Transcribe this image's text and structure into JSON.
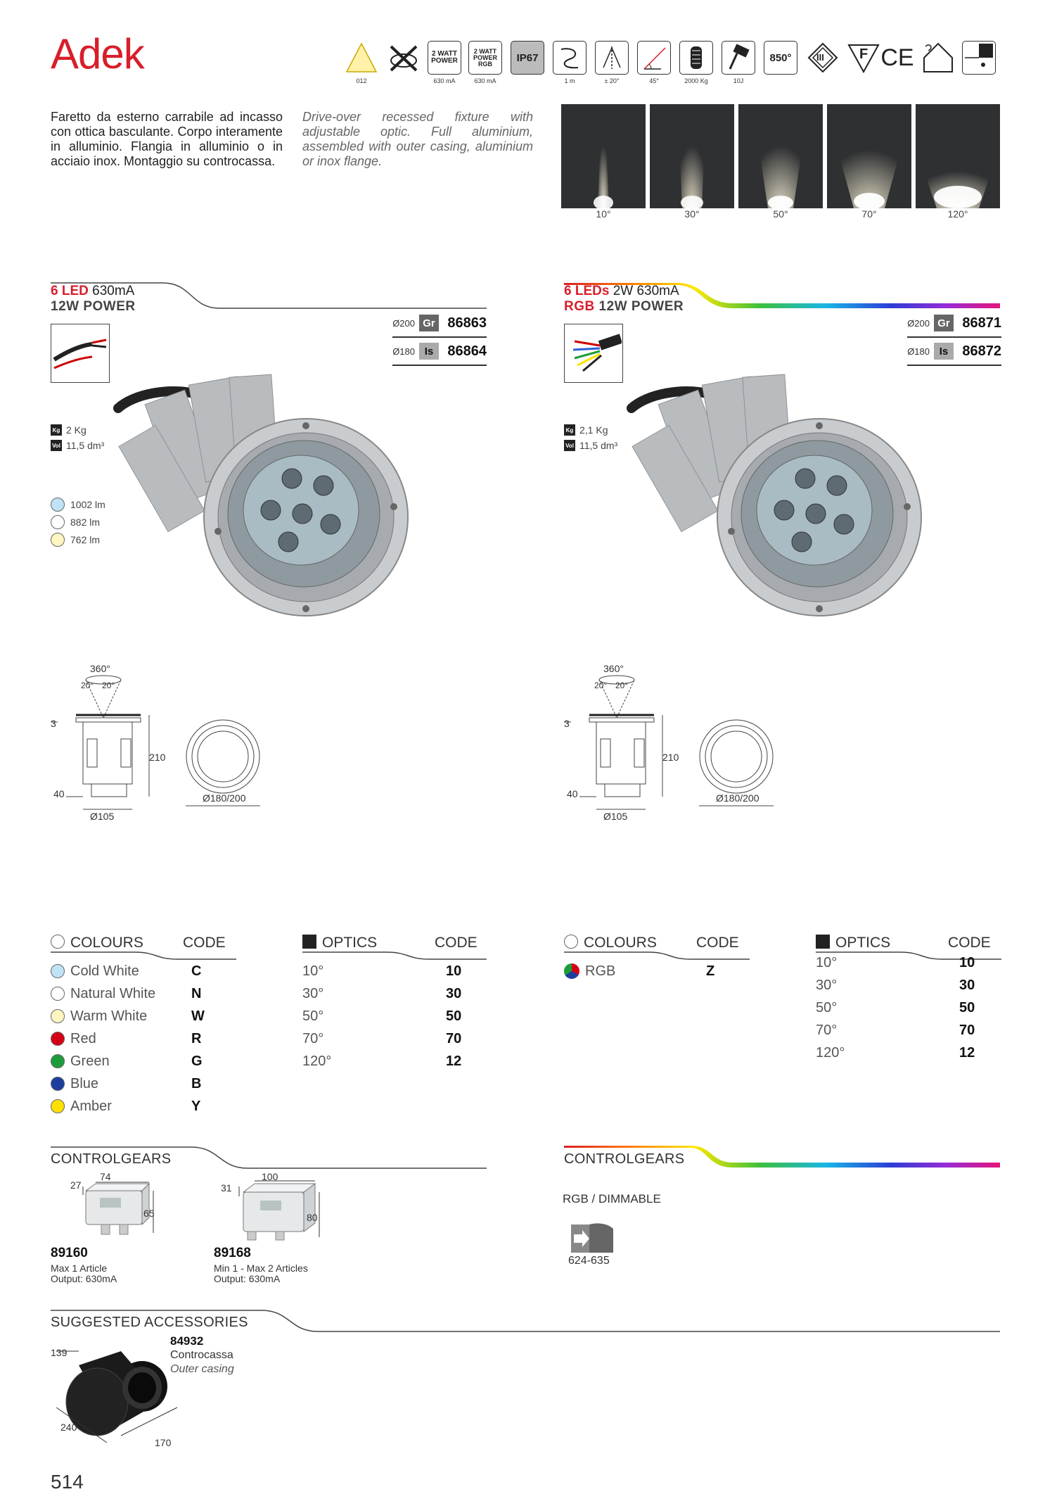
{
  "header": {
    "title": "Adek",
    "icons": [
      {
        "name": "led-triangle-icon",
        "label": "",
        "caption": "012"
      },
      {
        "name": "no-insulation-cover-icon",
        "label": "",
        "caption": ""
      },
      {
        "name": "power-2watt-icon",
        "label": "2 WATT POWER",
        "caption": "630 mA"
      },
      {
        "name": "power-2watt-rgb-icon",
        "label": "2 WATT POWER RGB",
        "caption": "630 mA"
      },
      {
        "name": "ip67-icon",
        "label": "IP67",
        "caption": ""
      },
      {
        "name": "cable-length-icon",
        "label": "",
        "caption": "1 m"
      },
      {
        "name": "tilt-angle-icon",
        "label": "",
        "caption": "± 20°"
      },
      {
        "name": "glare-angle-icon",
        "label": "",
        "caption": "45°"
      },
      {
        "name": "drive-over-load-icon",
        "label": "",
        "caption": "2000 Kg"
      },
      {
        "name": "impact-resistance-icon",
        "label": "",
        "caption": "10J"
      },
      {
        "name": "glow-wire-850-icon",
        "label": "850°",
        "caption": ""
      },
      {
        "name": "class-iii-icon",
        "label": "III",
        "caption": ""
      },
      {
        "name": "f-mark-icon",
        "label": "F",
        "caption": ""
      },
      {
        "name": "ce-mark-icon",
        "label": "CE",
        "caption": ""
      },
      {
        "name": "indoor-outdoor-icon",
        "label": "",
        "caption": ""
      },
      {
        "name": "ground-recessed-icon",
        "label": "",
        "caption": ""
      }
    ]
  },
  "description": {
    "it": "Faretto da esterno carrabile ad incasso con ottica basculante. Corpo interamente in alluminio. Flangia in alluminio o in acciaio inox. Montaggio su controcassa.",
    "en": "Drive-over recessed fixture with adjustable optic. Full aluminium, assembled with outer casing, aluminium or inox flange."
  },
  "beams": [
    "10°",
    "30°",
    "50°",
    "70°",
    "120°"
  ],
  "products": [
    {
      "led": "6 LED",
      "current": " 630mA",
      "power_prefix": "",
      "power": "12W POWER",
      "codes": [
        {
          "dia": "Ø200",
          "finish": "Gr",
          "code": "86863"
        },
        {
          "dia": "Ø180",
          "finish": "Is",
          "code": "86864"
        }
      ],
      "weight": "2 Kg",
      "volume": "11,5 dm³",
      "lumens": [
        {
          "color": "#bfe3f5",
          "value": "1002 lm"
        },
        {
          "color": "#ffffff",
          "value": "882 lm"
        },
        {
          "color": "#fff6c2",
          "value": "762 lm"
        }
      ],
      "dims": {
        "angle": "360°",
        "tilt": "20°",
        "tilt2": "20°",
        "flange": "3",
        "height": "210",
        "bottom": "40",
        "body_dia": "Ø105",
        "flange_dia": "Ø180/200"
      }
    },
    {
      "led": "6 LEDs",
      "current": " 2W 630mA",
      "power_prefix": "RGB",
      "power": " 12W POWER",
      "codes": [
        {
          "dia": "Ø200",
          "finish": "Gr",
          "code": "86871"
        },
        {
          "dia": "Ø180",
          "finish": "Is",
          "code": "86872"
        }
      ],
      "weight": "2,1 Kg",
      "volume": "11,5 dm³",
      "lumens": [],
      "dims": {
        "angle": "360°",
        "tilt": "20°",
        "tilt2": "20°",
        "flange": "3",
        "height": "210",
        "bottom": "40",
        "body_dia": "Ø105",
        "flange_dia": "Ø180/200"
      }
    }
  ],
  "tables": {
    "colours_header": "COLOURS",
    "code_header": "CODE",
    "optics_header": "OPTICS",
    "colours_left": [
      {
        "name": "Cold White",
        "code": "C",
        "color": "#bfe3f5"
      },
      {
        "name": "Natural White",
        "code": "N",
        "color": "#ffffff"
      },
      {
        "name": "Warm White",
        "code": "W",
        "color": "#fff6c2"
      },
      {
        "name": "Red",
        "code": "R",
        "color": "#d60016"
      },
      {
        "name": "Green",
        "code": "G",
        "color": "#1e9c3a"
      },
      {
        "name": "Blue",
        "code": "B",
        "color": "#1c3e9e"
      },
      {
        "name": "Amber",
        "code": "Y",
        "color": "#ffe100"
      }
    ],
    "optics_left": [
      {
        "name": "10°",
        "code": "10"
      },
      {
        "name": "30°",
        "code": "30"
      },
      {
        "name": "50°",
        "code": "50"
      },
      {
        "name": "70°",
        "code": "70"
      },
      {
        "name": "120°",
        "code": "12"
      }
    ],
    "colours_right": [
      {
        "name": "RGB",
        "code": "Z"
      }
    ],
    "optics_right": [
      {
        "name": "10°",
        "code": "10"
      },
      {
        "name": "30°",
        "code": "30"
      },
      {
        "name": "50°",
        "code": "50"
      },
      {
        "name": "70°",
        "code": "70"
      },
      {
        "name": "120°",
        "code": "12"
      }
    ]
  },
  "controlgears": {
    "title": "CONTROLGEARS",
    "left": [
      {
        "code": "89160",
        "line1": "Max 1 Article",
        "line2": "Output: 630mA",
        "w": "74",
        "d": "27",
        "h": "65"
      },
      {
        "code": "89168",
        "line1": "Min 1 - Max 2 Articles",
        "line2": "Output: 630mA",
        "w": "100",
        "d": "31",
        "h": "80"
      }
    ],
    "right_label": "RGB / DIMMABLE",
    "right_ref": "624-635"
  },
  "accessories": {
    "title": "SUGGESTED ACCESSORIES",
    "code": "84932",
    "name_it": "Controcassa",
    "name_en": "Outer casing",
    "dim_h": "139",
    "dim_l": "240",
    "dim_d": "170"
  },
  "page_number": "514"
}
